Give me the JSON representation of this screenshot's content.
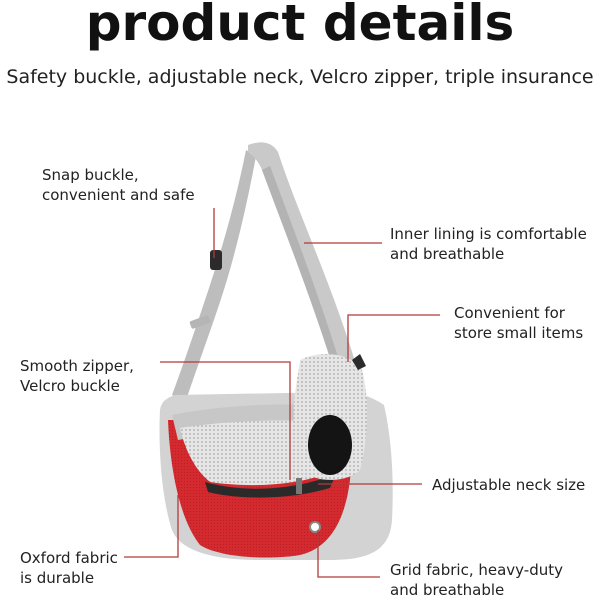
{
  "header": {
    "title": "product details",
    "subtitle": "Safety buckle, adjustable neck, Velcro zipper, triple insurance"
  },
  "callouts": {
    "snap_buckle": [
      "Snap buckle,",
      "convenient and safe"
    ],
    "inner_lining": [
      "Inner lining is comfortable",
      "and breathable"
    ],
    "store_items": [
      "Convenient for",
      "store small items"
    ],
    "zipper": [
      "Smooth zipper,",
      "Velcro buckle"
    ],
    "neck_size": [
      "Adjustable neck size"
    ],
    "oxford": [
      "Oxford fabric",
      "is durable"
    ],
    "grid_fabric": [
      "Grid fabric, heavy-duty",
      "and breathable"
    ]
  },
  "colors": {
    "callout_line": "#b23a3a",
    "bag_red": "#d42a2f",
    "bag_gray": "#cfcfcf",
    "strap_gray": "#c8c8c8"
  }
}
